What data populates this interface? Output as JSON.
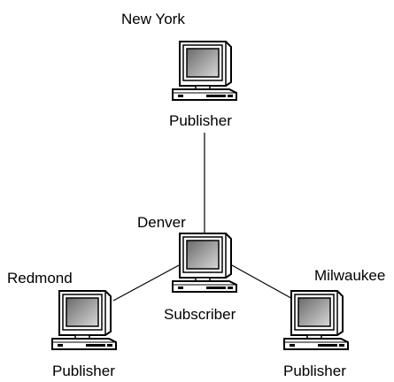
{
  "diagram": {
    "nodes": [
      {
        "id": "new-york",
        "location": "New York",
        "role": "Publisher"
      },
      {
        "id": "denver",
        "location": "Denver",
        "role": "Subscriber"
      },
      {
        "id": "redmond",
        "location": "Redmond",
        "role": "Publisher"
      },
      {
        "id": "milwaukee",
        "location": "Milwaukee",
        "role": "Publisher"
      }
    ],
    "links": [
      {
        "from": "new-york",
        "to": "denver"
      },
      {
        "from": "denver",
        "to": "redmond"
      },
      {
        "from": "denver",
        "to": "milwaukee"
      }
    ],
    "icon": "desktop-computer-icon"
  }
}
